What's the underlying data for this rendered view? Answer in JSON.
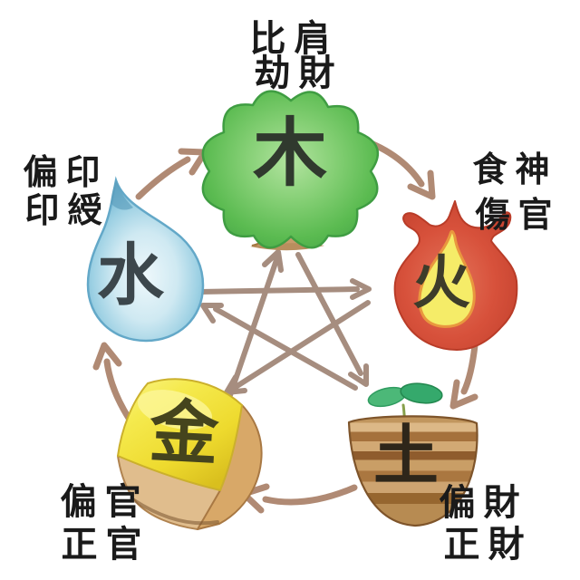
{
  "diagram": {
    "type": "five-elements-cycle",
    "elements": [
      {
        "id": "wood",
        "character": "木",
        "labels": [
          "比肩",
          "劫財"
        ]
      },
      {
        "id": "fire",
        "character": "火",
        "labels": [
          "食神",
          "傷官"
        ]
      },
      {
        "id": "earth",
        "character": "土",
        "labels": [
          "偏財",
          "正財"
        ]
      },
      {
        "id": "metal",
        "character": "金",
        "labels": [
          "偏官",
          "正官"
        ]
      },
      {
        "id": "water",
        "character": "水",
        "labels": [
          "偏印",
          "印綬"
        ]
      }
    ],
    "generating_cycle": [
      {
        "from": "water",
        "to": "wood"
      },
      {
        "from": "wood",
        "to": "fire"
      },
      {
        "from": "fire",
        "to": "earth"
      },
      {
        "from": "earth",
        "to": "metal"
      },
      {
        "from": "metal",
        "to": "water"
      }
    ],
    "overcoming_cycle": [
      {
        "from": "water",
        "to": "fire"
      },
      {
        "from": "fire",
        "to": "metal"
      },
      {
        "from": "metal",
        "to": "wood"
      },
      {
        "from": "wood",
        "to": "earth"
      },
      {
        "from": "earth",
        "to": "water"
      }
    ]
  },
  "colors": {
    "background": "#ffffff",
    "label_text": "#1a1a1a",
    "outer_arrow": "#b08a74",
    "inner_arrow": "#a68d7f",
    "wood_green": "#5bbb51",
    "water_blue": "#9cd0e3",
    "fire_red": "#d7513b",
    "fire_yellow": "#f5ec68",
    "metal_gold": "#f2e542",
    "earth_brown": "#b5854e",
    "sprout_green": "#4cb878"
  }
}
